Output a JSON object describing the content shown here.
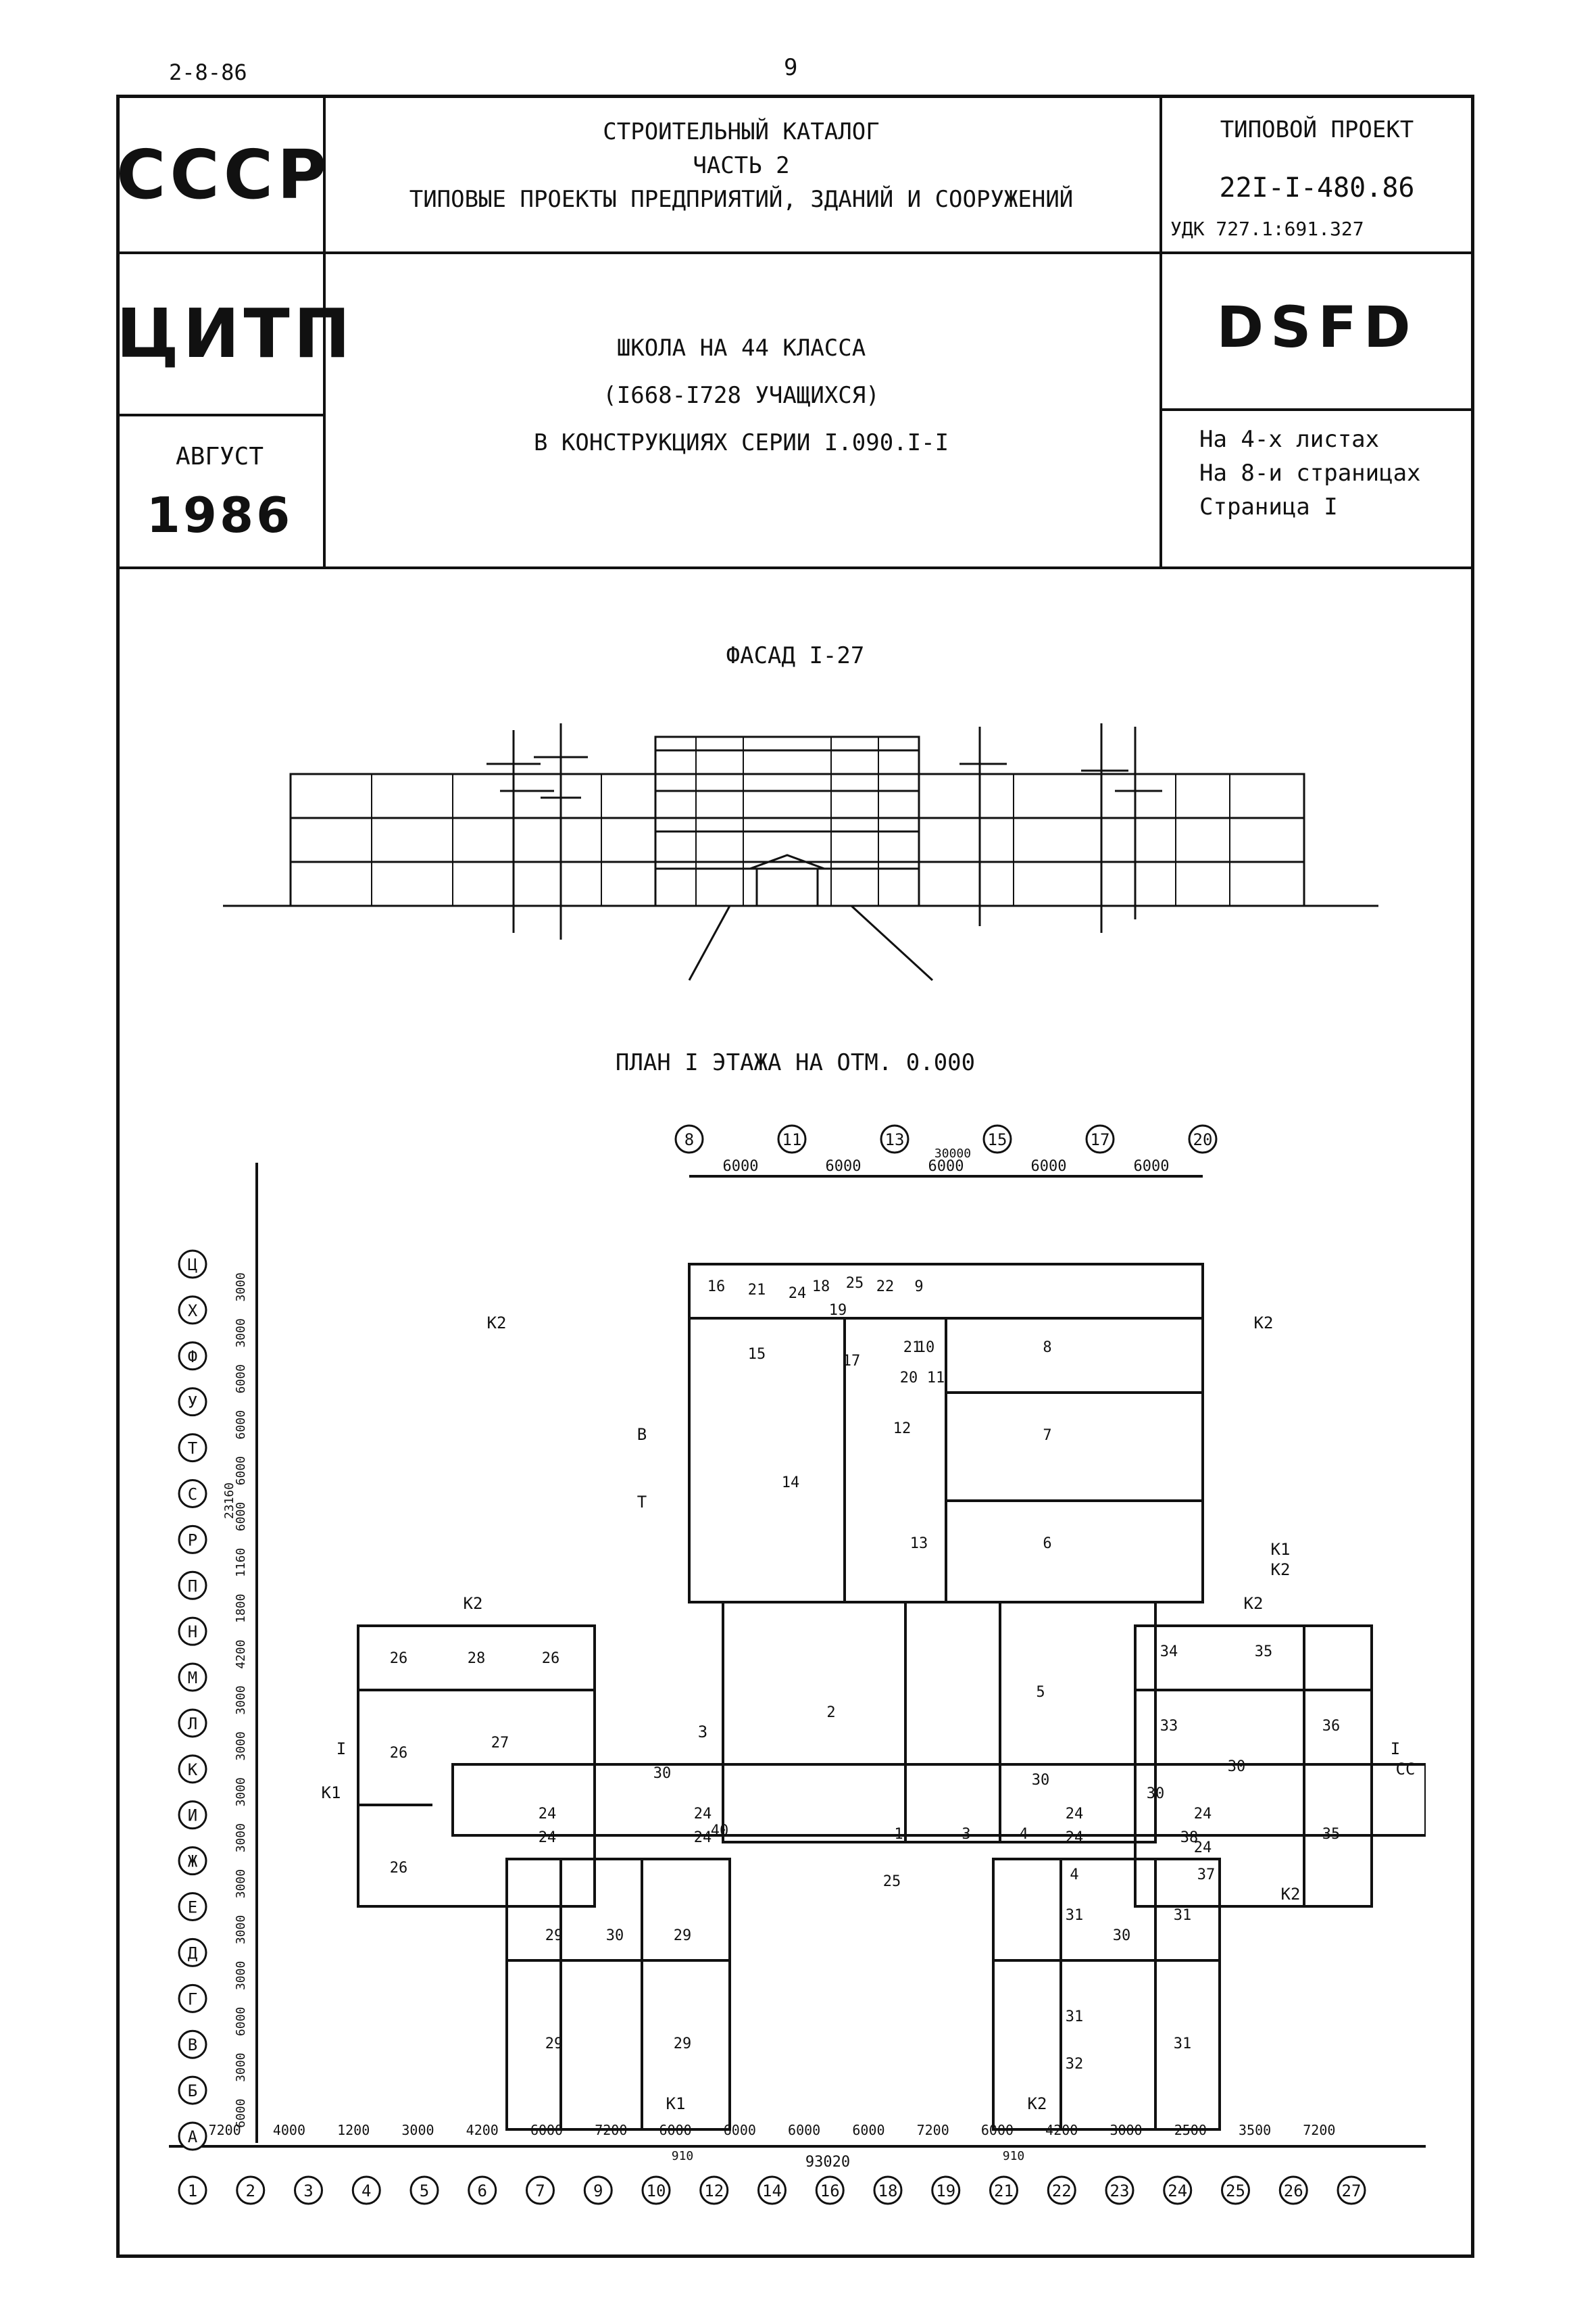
{
  "page": {
    "date": "2-8-86",
    "number": "9"
  },
  "header": {
    "ussr": "СССР",
    "cnip": "ЦИТП",
    "month": "АВГУСТ",
    "year": "1986",
    "catalog_line1": "СТРОИТЕЛЬНЫЙ КАТАЛОГ",
    "catalog_line2": "ЧАСТЬ 2",
    "catalog_line3": "ТИПОВЫЕ ПРОЕКТЫ ПРЕДПРИЯТИЙ, ЗДАНИЙ И СООРУЖЕНИЙ",
    "project_label": "ТИПОВОЙ ПРОЕКТ",
    "project_number": "22I-I-480.86",
    "udk": "УДК 727.1:691.327",
    "title_line1": "ШКОЛА НА 44 КЛАССА",
    "title_line2": "(I668-I728 УЧАЩИХСЯ)",
    "title_line3": "В КОНСТРУКЦИЯХ СЕРИИ I.090.I-I",
    "code": "DSFD",
    "sheets": "На 4-х листах",
    "pages": "На 8-и страницах",
    "page_of": "Страница I"
  },
  "facade": {
    "title": "ФАСАД I-27"
  },
  "plan": {
    "title": "ПЛАН I ЭТАЖА НА ОТМ. 0.000",
    "top_axes": [
      "8",
      "11",
      "13",
      "15",
      "17",
      "20"
    ],
    "top_dims": [
      "6000",
      "6000",
      "6000",
      "6000",
      "6000"
    ],
    "top_total": "30000",
    "left_axes": [
      "Ц",
      "Х",
      "Ф",
      "У",
      "Т",
      "С",
      "Р",
      "П",
      "Н",
      "М",
      "Л",
      "К",
      "И",
      "Ж",
      "Е",
      "Д",
      "Г",
      "В",
      "Б",
      "А"
    ],
    "left_dims": [
      "3000",
      "3000",
      "6000",
      "6000",
      "6000",
      "6000",
      "1160",
      "1800",
      "4200",
      "3000",
      "3000",
      "3000",
      "3000",
      "3000",
      "3000",
      "3000",
      "6000",
      "3000",
      "6000"
    ],
    "left_total": "23160",
    "bottom_axes": [
      "1",
      "2",
      "3",
      "4",
      "5",
      "6",
      "7",
      "9",
      "10",
      "12",
      "14",
      "16",
      "18",
      "19",
      "21",
      "22",
      "23",
      "24",
      "25",
      "26",
      "27"
    ],
    "bottom_dims": [
      "7200",
      "4000",
      "1200",
      "3000",
      "4200",
      "6000",
      "7200",
      "6000",
      "6000",
      "6000",
      "6000",
      "7200",
      "6000",
      "4200",
      "3000",
      "2500",
      "3500",
      "7200"
    ],
    "bottom_small": [
      "910",
      "910"
    ],
    "bottom_total": "93020",
    "section_markers": [
      "К2",
      "К2",
      "В",
      "Т",
      "К1",
      "К2",
      "К2",
      "К2",
      "К1",
      "К1",
      "К2",
      "К2",
      "I",
      "I",
      "3",
      "СС"
    ],
    "rooms": [
      "26",
      "28",
      "26",
      "26",
      "26",
      "27",
      "30",
      "24",
      "24",
      "24",
      "24",
      "40",
      "29",
      "30",
      "29",
      "29",
      "29",
      "2",
      "1",
      "25",
      "3",
      "4",
      "5",
      "30",
      "24",
      "24",
      "30",
      "4",
      "31",
      "30",
      "31",
      "31",
      "32",
      "31",
      "34",
      "35",
      "33",
      "36",
      "30",
      "35",
      "24",
      "38",
      "24",
      "37",
      "16",
      "21",
      "24",
      "18",
      "25",
      "22",
      "9",
      "19",
      "15",
      "17",
      "21",
      "10",
      "8",
      "20",
      "11",
      "14",
      "12",
      "7",
      "13",
      "6"
    ]
  }
}
